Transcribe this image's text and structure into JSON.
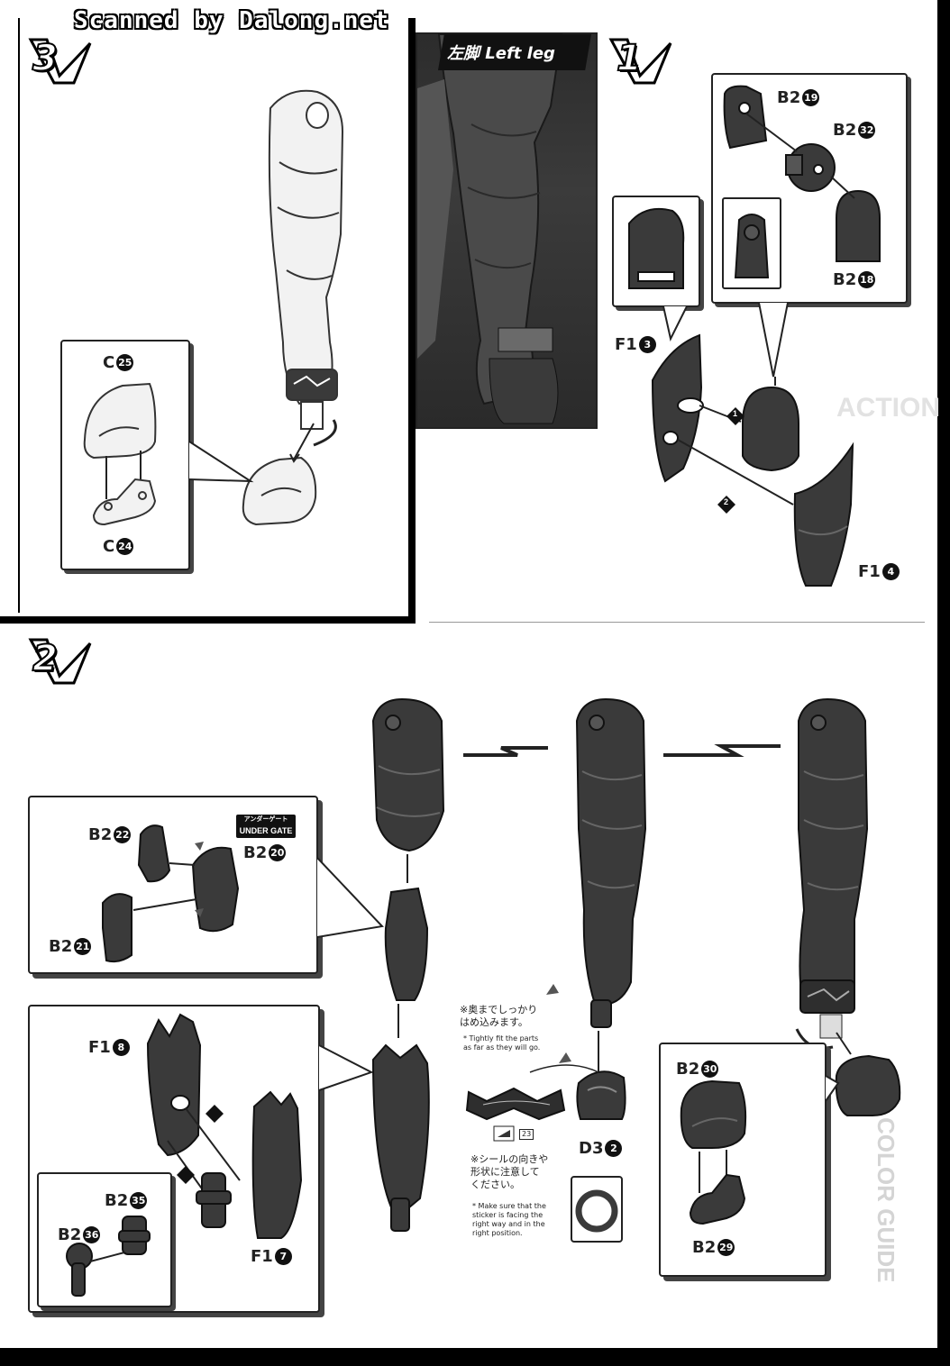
{
  "watermark": "Scanned by Dalong.net",
  "photo": {
    "title": "左脚 Left leg"
  },
  "steps": {
    "step1": "1",
    "step2": "2",
    "step3": "3"
  },
  "parts": {
    "b2_19": {
      "runner": "B2",
      "num": "19"
    },
    "b2_32": {
      "runner": "B2",
      "num": "32"
    },
    "b2_18": {
      "runner": "B2",
      "num": "18"
    },
    "f1_3": {
      "runner": "F1",
      "num": "3"
    },
    "f1_4": {
      "runner": "F1",
      "num": "4"
    },
    "c_25": {
      "runner": "C",
      "num": "25"
    },
    "c_24": {
      "runner": "C",
      "num": "24"
    },
    "b2_22": {
      "runner": "B2",
      "num": "22"
    },
    "b2_20": {
      "runner": "B2",
      "num": "20"
    },
    "b2_21": {
      "runner": "B2",
      "num": "21"
    },
    "f1_8": {
      "runner": "F1",
      "num": "8"
    },
    "f1_7": {
      "runner": "F1",
      "num": "7"
    },
    "b2_35": {
      "runner": "B2",
      "num": "35"
    },
    "b2_36": {
      "runner": "B2",
      "num": "36"
    },
    "d3_2": {
      "runner": "D3",
      "num": "2"
    },
    "b2_30": {
      "runner": "B2",
      "num": "30"
    },
    "b2_29": {
      "runner": "B2",
      "num": "29"
    }
  },
  "order_marks": {
    "one": "1",
    "two": "2"
  },
  "under_gate": {
    "jp": "アンダーゲート",
    "en": "UNDER GATE"
  },
  "notes": {
    "tight_jp": "※奥までしっかり\nはめ込みます。",
    "tight_en": "* Tightly fit the parts\nas far as they will go.",
    "sticker_num": "23",
    "sticker_jp": "※シールの向きや\n形状に注意して\nください。",
    "sticker_en": "* Make sure that the\nsticker is facing the\nright way and in the\nright position."
  },
  "background_text": {
    "action": "ACTION",
    "color_guide": "COLOR GUIDE"
  },
  "colors": {
    "dark_part": "#3a3a3a",
    "mid_part": "#5a5a5a",
    "light_part": "#f2f2f2",
    "ink": "#111111"
  }
}
